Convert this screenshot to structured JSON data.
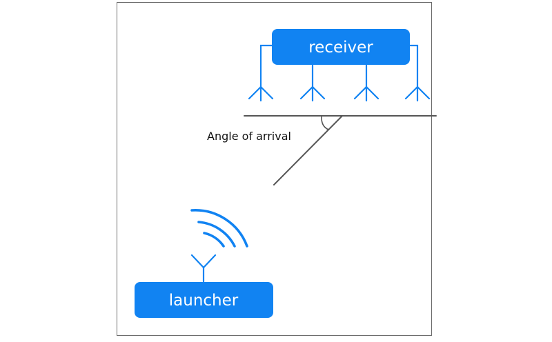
{
  "diagram": {
    "receiver_label": "receiver",
    "launcher_label": "launcher",
    "angle_label": "Angle of arrival"
  },
  "colors": {
    "accent": "#1183f2",
    "line": "#555555",
    "frame": "#6b6b6b",
    "label_text": "#ffffff",
    "annotation_text": "#111111"
  },
  "icons": [
    "antenna-icon",
    "signal-waves-icon"
  ]
}
